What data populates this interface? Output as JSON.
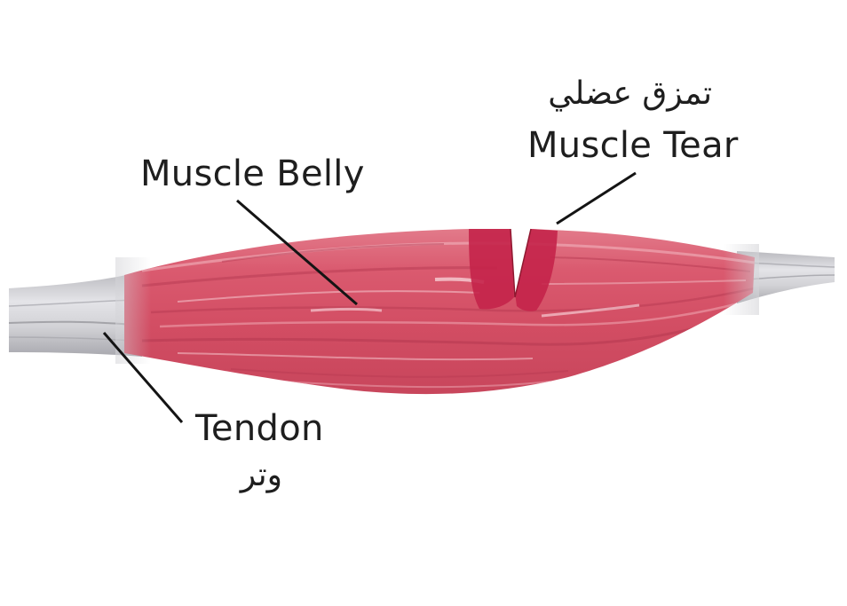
{
  "labels": {
    "muscle_belly": "Muscle Belly",
    "muscle_tear": "Muscle Tear",
    "muscle_tear_ar": "تمزق عضلي",
    "tendon": "Tendon",
    "tendon_ar": "وتر"
  },
  "colors": {
    "muscle": "#d9546b",
    "muscle_dark": "#b8304a",
    "tear": "#c4244a",
    "tendon": "#c9c9cd",
    "tendon_dark": "#8e8e94",
    "leader_line": "#141414"
  }
}
